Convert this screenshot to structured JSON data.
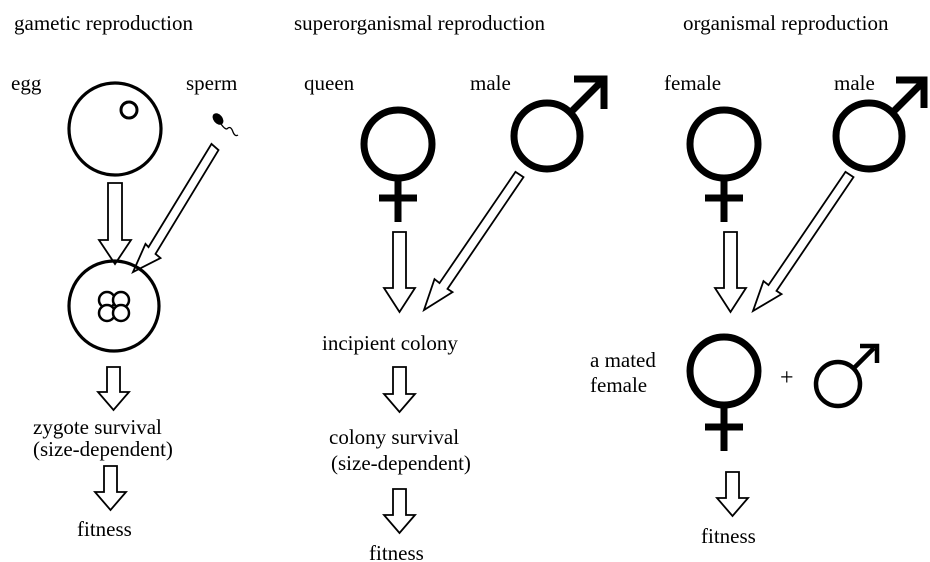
{
  "colors": {
    "ink": "#000000",
    "background": "#ffffff"
  },
  "panels": {
    "gametic": {
      "title": "gametic reproduction",
      "left_label": "egg",
      "right_label": "sperm",
      "stage_1": "zygote survival",
      "stage_1_note": "(size-dependent)",
      "outcome": "fitness",
      "icons": [
        "egg-cell-icon",
        "sperm-cell-icon",
        "zygote-icon"
      ]
    },
    "superorganismal": {
      "title": "superorganismal reproduction",
      "left_label": "queen",
      "right_label": "male",
      "stage_1": "incipient colony",
      "stage_2": "colony survival",
      "stage_2_note": "(size-dependent)",
      "outcome": "fitness",
      "icons": [
        "female-symbol-icon",
        "male-symbol-icon"
      ]
    },
    "organismal": {
      "title": "organismal reproduction",
      "left_label": "female",
      "right_label": "male",
      "result_label_line1": "a mated",
      "result_label_line2": "female",
      "plus_sign": "+",
      "outcome": "fitness",
      "icons": [
        "female-symbol-icon",
        "male-symbol-icon",
        "mated-female-symbol-icon",
        "small-male-symbol-icon"
      ]
    }
  }
}
